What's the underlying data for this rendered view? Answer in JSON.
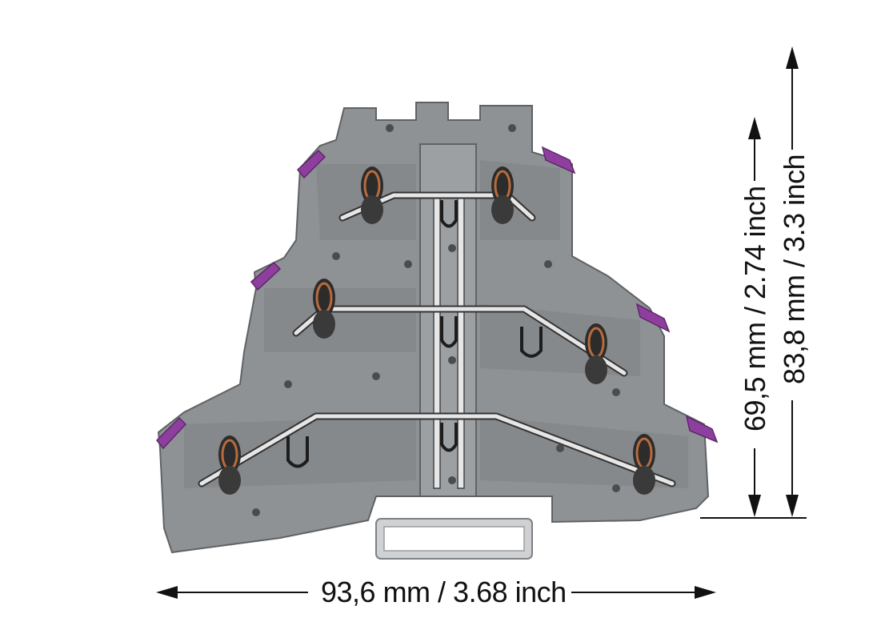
{
  "dimensions": {
    "width": "93,6 mm / 3.68 inch",
    "height_inner": "69,5 mm / 2.74 inch",
    "height_outer": "83,8 mm / 3.3 inch"
  },
  "colors": {
    "housing": "#8f9295",
    "housing_dark": "#5f6265",
    "housing_light": "#a7aaad",
    "lever": "#8e3f9e",
    "busbar": "#e6e6e6",
    "spring": "#b86b3c",
    "dimension_line": "#111111"
  }
}
